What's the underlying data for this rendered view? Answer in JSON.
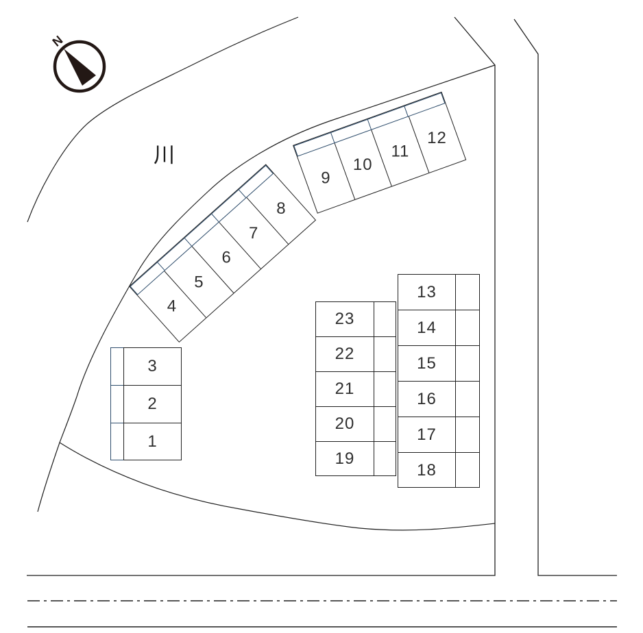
{
  "compass": {
    "label": "N"
  },
  "river": {
    "label": "川"
  },
  "colors": {
    "strip_blue": "#2d4c6b",
    "line": "#1f1f1f",
    "number": "#2e2e2e"
  },
  "groups": {
    "row48": {
      "plots": [
        "4",
        "5",
        "6",
        "7",
        "8"
      ]
    },
    "row912": {
      "plots": [
        "9",
        "10",
        "11",
        "12"
      ]
    },
    "stack13": {
      "plots": [
        "3",
        "2",
        "1"
      ]
    },
    "stack1923": {
      "plots": [
        "23",
        "22",
        "21",
        "20",
        "19"
      ]
    },
    "stack1318": {
      "plots": [
        "13",
        "14",
        "15",
        "16",
        "17",
        "18"
      ]
    }
  }
}
